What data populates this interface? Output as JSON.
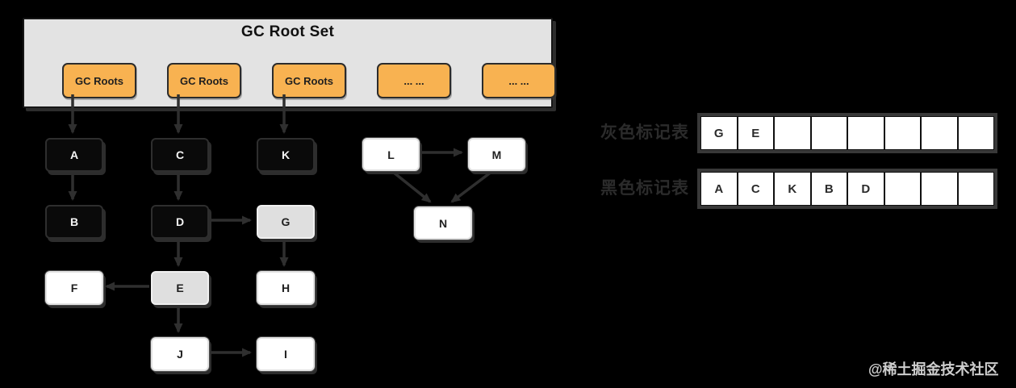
{
  "title": "GC Root Set",
  "root_set": {
    "boxes": [
      "GC Roots",
      "GC Roots",
      "GC Roots",
      "... ...",
      "... ..."
    ]
  },
  "graph": {
    "nodes": [
      {
        "id": "A",
        "label": "A",
        "color": "black"
      },
      {
        "id": "C",
        "label": "C",
        "color": "black"
      },
      {
        "id": "K",
        "label": "K",
        "color": "black"
      },
      {
        "id": "B",
        "label": "B",
        "color": "black"
      },
      {
        "id": "D",
        "label": "D",
        "color": "black"
      },
      {
        "id": "G",
        "label": "G",
        "color": "gray"
      },
      {
        "id": "F",
        "label": "F",
        "color": "white"
      },
      {
        "id": "E",
        "label": "E",
        "color": "gray"
      },
      {
        "id": "H",
        "label": "H",
        "color": "white"
      },
      {
        "id": "J",
        "label": "J",
        "color": "white"
      },
      {
        "id": "I",
        "label": "I",
        "color": "white"
      },
      {
        "id": "L",
        "label": "L",
        "color": "white"
      },
      {
        "id": "M",
        "label": "M",
        "color": "white"
      },
      {
        "id": "N",
        "label": "N",
        "color": "white"
      }
    ],
    "edges": [
      {
        "from": "root1",
        "to": "A"
      },
      {
        "from": "root2",
        "to": "C"
      },
      {
        "from": "root3",
        "to": "K"
      },
      {
        "from": "A",
        "to": "B"
      },
      {
        "from": "C",
        "to": "D"
      },
      {
        "from": "D",
        "to": "G"
      },
      {
        "from": "D",
        "to": "E"
      },
      {
        "from": "G",
        "to": "H"
      },
      {
        "from": "E",
        "to": "F"
      },
      {
        "from": "E",
        "to": "J"
      },
      {
        "from": "J",
        "to": "I"
      },
      {
        "from": "L",
        "to": "M"
      },
      {
        "from": "L",
        "to": "N"
      },
      {
        "from": "M",
        "to": "N"
      }
    ]
  },
  "tables": {
    "gray": {
      "label": "灰色标记表",
      "cells": [
        "G",
        "E",
        "",
        "",
        "",
        "",
        "",
        ""
      ]
    },
    "black": {
      "label": "黑色标记表",
      "cells": [
        "A",
        "C",
        "K",
        "B",
        "D",
        "",
        "",
        ""
      ]
    }
  },
  "watermark": "@稀土掘金技术社区",
  "colors": {
    "background": "#000000",
    "panel_gray": "#e3e3e3",
    "accent_orange": "#f8b251",
    "node_black": "#0a0a0a",
    "node_gray": "#dfdfdf",
    "node_white": "#ffffff",
    "edge": "#2f2f2f"
  }
}
